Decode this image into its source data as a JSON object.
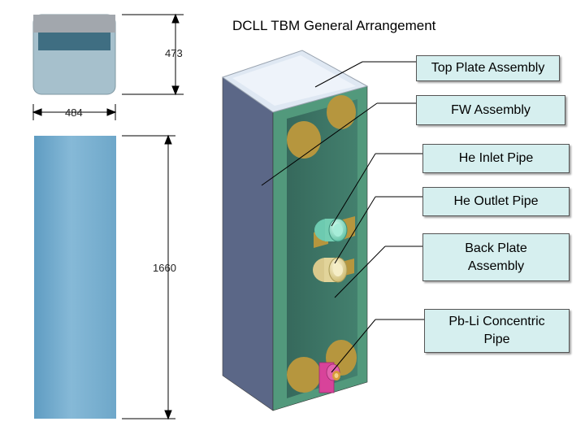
{
  "title": "DCLL TBM General Arrangement",
  "dimensions": {
    "height_top": "473",
    "width_top": "484",
    "height_side": "1660"
  },
  "callouts": [
    {
      "label": "Top Plate Assembly"
    },
    {
      "label": "FW Assembly"
    },
    {
      "label": "He Inlet Pipe"
    },
    {
      "label": "He Outlet Pipe"
    },
    {
      "label": "Back Plate\nAssembly"
    },
    {
      "label": "Pb-Li Concentric\nPipe"
    }
  ],
  "colors": {
    "side_view": "#7fb2d3",
    "top_view_dark": "#3f6e82",
    "top_view_light": "#a6c0cc",
    "box_side": "#5b6787",
    "box_front": "#3e7566",
    "box_frame": "#52997c",
    "top_plate": "#dfe8f3",
    "port_gold": "#b6963e",
    "pipe_inlet": "#8fe0c6",
    "pipe_outlet": "#eee2a8",
    "pipe_pbli": "#d8439a",
    "callout_bg": "#d6efef"
  }
}
